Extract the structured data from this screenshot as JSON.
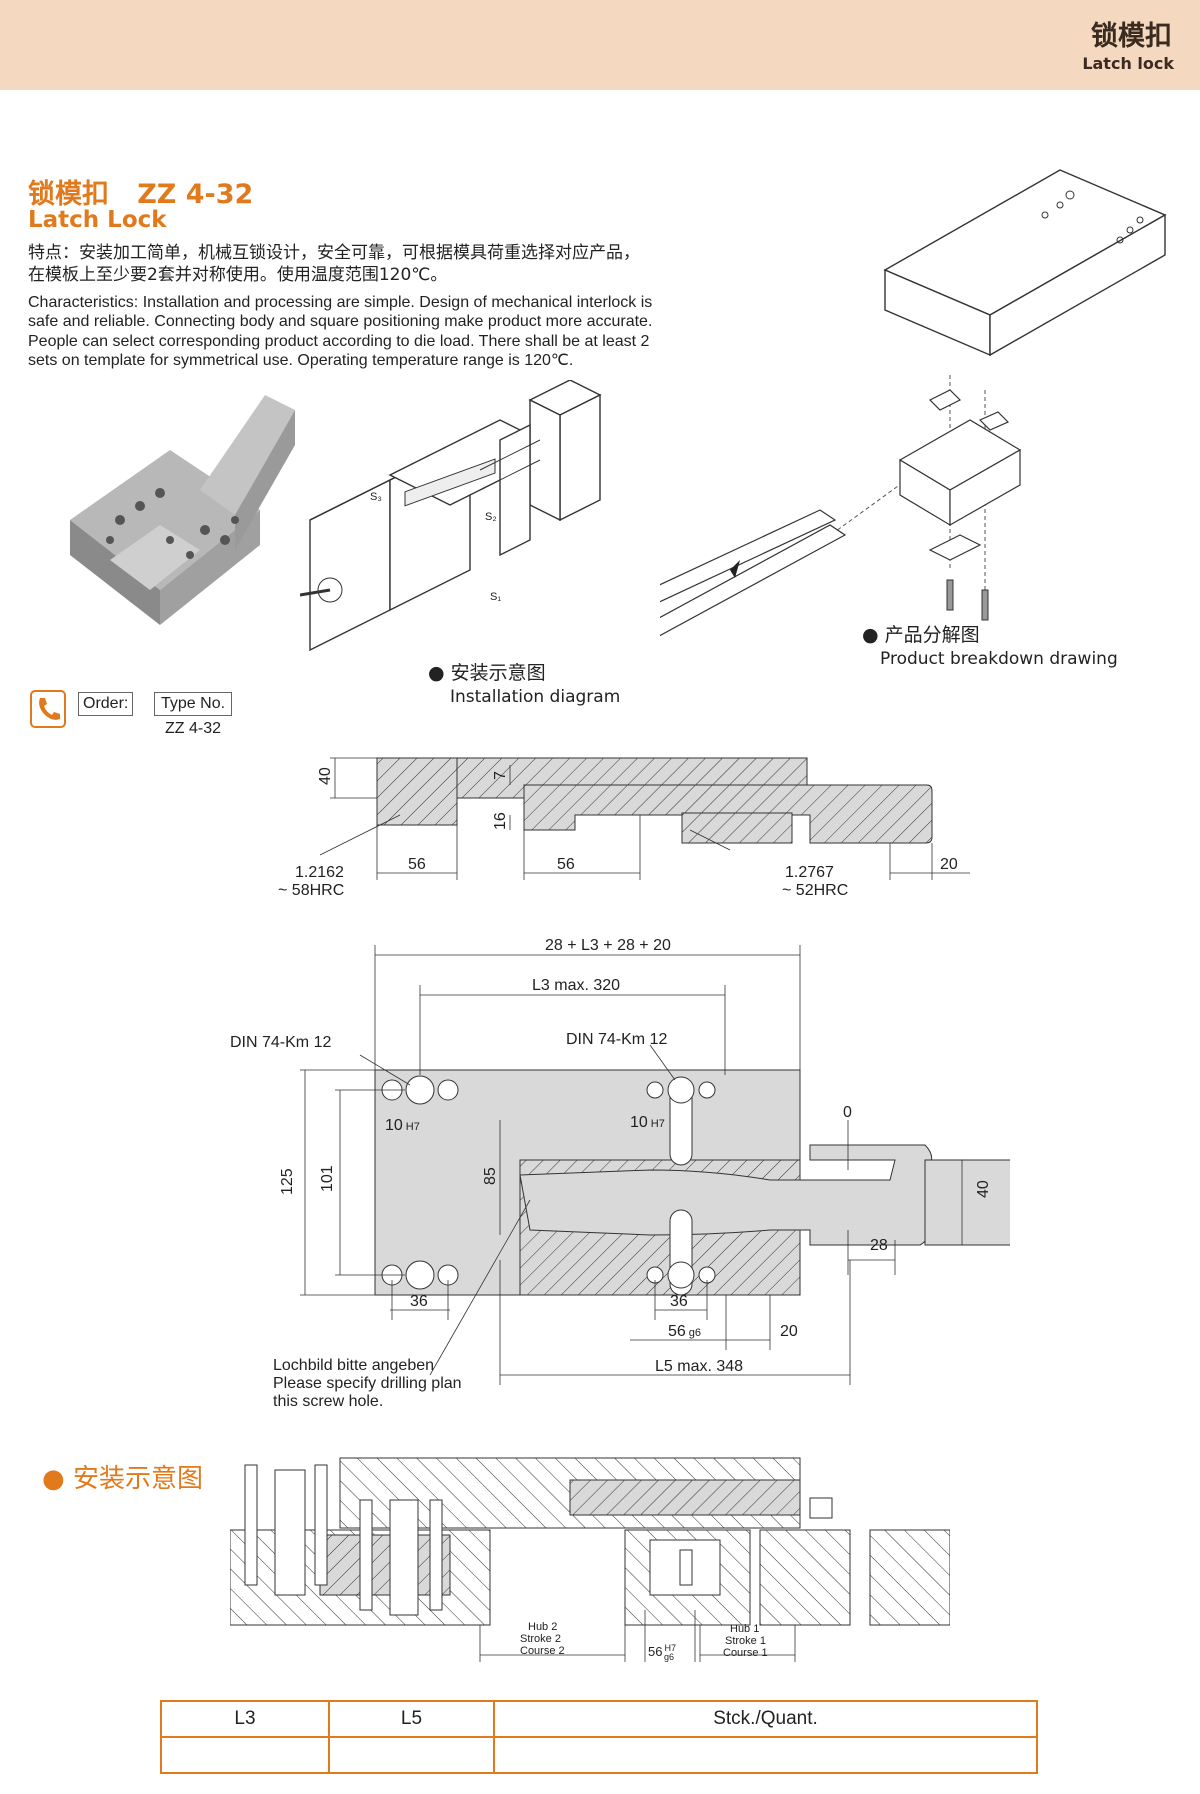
{
  "header": {
    "title_cn": "锁模扣",
    "title_en": "Latch lock"
  },
  "product": {
    "title_cn": "锁模扣",
    "code": "ZZ 4-32",
    "title_en": "Latch Lock",
    "features_cn_1": "特点：安装加工简单，机械互锁设计，安全可靠，可根据模具荷重选择对应产品，",
    "features_cn_2": "在模板上至少要2套并对称使用。使用温度范围120℃。",
    "features_en_1": "Characteristics: Installation and processing are simple. Design of mechanical interlock is",
    "features_en_2": "safe and reliable. Connecting body and square positioning make product more accurate.",
    "features_en_3": "People can select corresponding product according to die load. There shall be at least 2",
    "features_en_4": "sets on template for symmetrical use. Operating temperature range is 120℃."
  },
  "order": {
    "order_label": "Order:",
    "type_label": "Type No.",
    "type_value": "ZZ 4-32"
  },
  "captions": {
    "install_cn": "安装示意图",
    "install_en": "Installation diagram",
    "breakdown_cn": "产品分解图",
    "breakdown_en": "Product breakdown drawing",
    "section_install_cn": "安装示意图"
  },
  "isometric_labels": {
    "s3": "S₃",
    "s2": "S₂",
    "s1": "S₁"
  },
  "side_view": {
    "d40": "40",
    "d7": "7",
    "d16": "16",
    "d56a": "56",
    "d56b": "56",
    "d20": "20",
    "mat_left_1": "1.2162",
    "mat_left_2": "~ 58HRC",
    "mat_right_1": "1.2767",
    "mat_right_2": "~ 52HRC"
  },
  "top_view": {
    "overall": "28 + L3 + 28 + 20",
    "l3": "L3 max. 320",
    "din_left": "DIN 74-Km 12",
    "din_right": "DIN 74-Km 12",
    "h7_left": "10",
    "h7_right": "10",
    "h7_tol": "H7",
    "d0": "0",
    "d40": "40",
    "d28": "28",
    "d125": "125",
    "d101": "101",
    "d85": "85",
    "d36a": "36",
    "d36b": "36",
    "d56": "56",
    "g6": "g6",
    "d20": "20",
    "l5": "L5 max. 348",
    "note_1": "Lochbild bitte angeben",
    "note_2": "Please specify drilling plan",
    "note_3": "this screw hole."
  },
  "section_view": {
    "hub2": "Hub 2",
    "stroke2": "Stroke 2",
    "course2": "Course 2",
    "hub1": "Hub 1",
    "stroke1": "Stroke 1",
    "course1": "Course 1",
    "d56": "56",
    "h7": "H7",
    "g6": "g6"
  },
  "table": {
    "headers": [
      "L3",
      "L5",
      "Stck./Quant."
    ]
  }
}
